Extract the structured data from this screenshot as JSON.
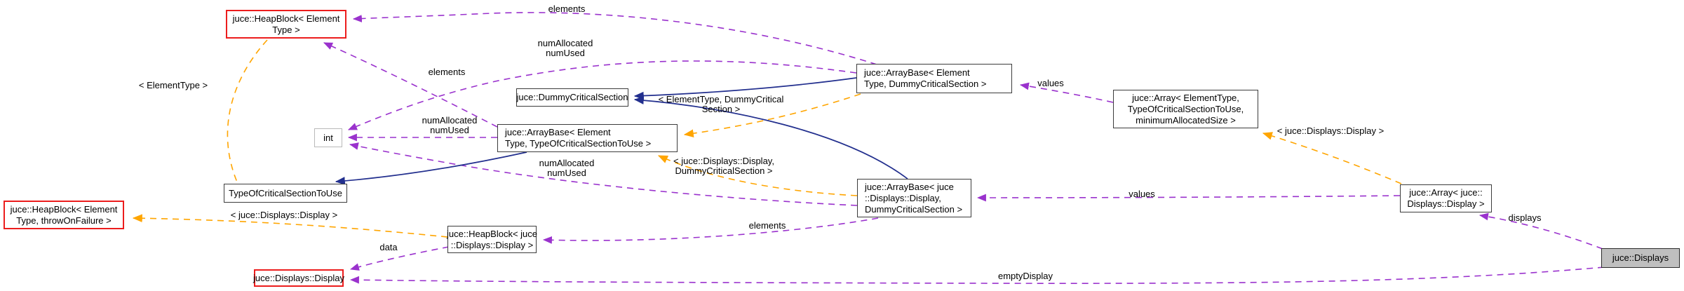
{
  "diagram": {
    "type": "doxygen-collaboration-graph",
    "main_class": "juce::Displays",
    "colors": {
      "usage_edge": "#9a32cd",
      "template_instantiation_edge": "#ffa500",
      "inheritance_edge": "#222f8e",
      "truncated_node_border": "#ec1d1d",
      "main_node_fill": "#bfbfbf",
      "node_border": "#3c3c3c",
      "background": "#ffffff"
    },
    "nodes": {
      "hb_et": {
        "lines": [
          "juce::HeapBlock< Element",
          "Type >"
        ]
      },
      "dcs": {
        "lines": [
          "juce::DummyCriticalSection"
        ]
      },
      "ab_et_tocstu": {
        "lines": [
          "juce::ArrayBase< Element",
          "Type, TypeOfCriticalSectionToUse >"
        ]
      },
      "int": {
        "lines": [
          "int"
        ]
      },
      "tocstu": {
        "lines": [
          "TypeOfCriticalSectionToUse"
        ]
      },
      "hb_tof": {
        "lines": [
          "juce::HeapBlock< Element",
          "Type, throwOnFailure >"
        ]
      },
      "dd": {
        "lines": [
          "juce::Displays::Display"
        ]
      },
      "hb_jdd": {
        "lines": [
          "juce::HeapBlock< juce",
          "::Displays::Display >"
        ]
      },
      "ab_et_dcs": {
        "lines": [
          "juce::ArrayBase< Element",
          "Type, DummyCriticalSection >"
        ]
      },
      "arr_et": {
        "lines": [
          "juce::Array< ElementType,",
          "TypeOfCriticalSectionToUse,",
          "minimumAllocatedSize >"
        ]
      },
      "ab_jdd_dcs": {
        "lines": [
          "juce::ArrayBase< juce",
          "::Displays::Display,",
          "DummyCriticalSection >"
        ]
      },
      "arr_jdd": {
        "lines": [
          "juce::Array< juce::",
          "Displays::Display >"
        ]
      },
      "displays": {
        "lines": [
          "juce::Displays"
        ]
      }
    },
    "labels": {
      "elements_top": "elements",
      "num_top": [
        "numAllocated",
        "numUsed"
      ],
      "elements_left": "elements",
      "num_mid": [
        "numAllocated",
        "numUsed"
      ],
      "num_low": [
        "numAllocated",
        "numUsed"
      ],
      "tmpl_elementtype": "< ElementType >",
      "tmpl_et_dcs": [
        "< ElementType, DummyCritical",
        "Section >"
      ],
      "tmpl_jdd_dcs": [
        "< juce::Displays::Display,",
        "DummyCriticalSection >"
      ],
      "values_top": "values",
      "values_mid": "values",
      "tmpl_jdd_left": "< juce::Displays::Display >",
      "tmpl_jdd_right": "< juce::Displays::Display >",
      "data": "data",
      "elements_bottom": "elements",
      "empty_display": "emptyDisplay",
      "displays": "displays"
    },
    "edges": [
      {
        "from": "ab_et_dcs",
        "to": "hb_et",
        "label": "elements",
        "kind": "usage"
      },
      {
        "from": "ab_et_dcs",
        "to": "int",
        "label": "numAllocated numUsed",
        "kind": "usage"
      },
      {
        "from": "ab_et_tocstu",
        "to": "hb_et",
        "label": "elements",
        "kind": "usage"
      },
      {
        "from": "ab_et_tocstu",
        "to": "int",
        "label": "numAllocated numUsed",
        "kind": "usage"
      },
      {
        "from": "ab_jdd_dcs",
        "to": "int",
        "label": "numAllocated numUsed",
        "kind": "usage"
      },
      {
        "from": "arr_et",
        "to": "ab_et_dcs",
        "label": "values",
        "kind": "usage"
      },
      {
        "from": "arr_jdd",
        "to": "ab_jdd_dcs",
        "label": "values",
        "kind": "usage"
      },
      {
        "from": "ab_jdd_dcs",
        "to": "hb_jdd",
        "label": "elements",
        "kind": "usage"
      },
      {
        "from": "hb_jdd",
        "to": "dd",
        "label": "data",
        "kind": "usage"
      },
      {
        "from": "displays",
        "to": "dd",
        "label": "emptyDisplay",
        "kind": "usage"
      },
      {
        "from": "displays",
        "to": "arr_jdd",
        "label": "displays",
        "kind": "usage"
      },
      {
        "from": "hb_et",
        "to": "hb_tof",
        "label": "< ElementType >",
        "kind": "template"
      },
      {
        "from": "ab_et_dcs",
        "to": "ab_et_tocstu",
        "label": "< ElementType, DummyCriticalSection >",
        "kind": "template"
      },
      {
        "from": "ab_jdd_dcs",
        "to": "ab_et_tocstu",
        "label": "< juce::Displays::Display, DummyCriticalSection >",
        "kind": "template"
      },
      {
        "from": "hb_jdd",
        "to": "hb_tof",
        "label": "< juce::Displays::Display >",
        "kind": "template"
      },
      {
        "from": "arr_jdd",
        "to": "arr_et",
        "label": "< juce::Displays::Display >",
        "kind": "template"
      },
      {
        "from": "ab_et_dcs",
        "to": "dcs",
        "label": "",
        "kind": "inheritance"
      },
      {
        "from": "ab_jdd_dcs",
        "to": "dcs",
        "label": "",
        "kind": "inheritance"
      },
      {
        "from": "ab_et_tocstu",
        "to": "tocstu",
        "label": "",
        "kind": "inheritance"
      }
    ]
  }
}
